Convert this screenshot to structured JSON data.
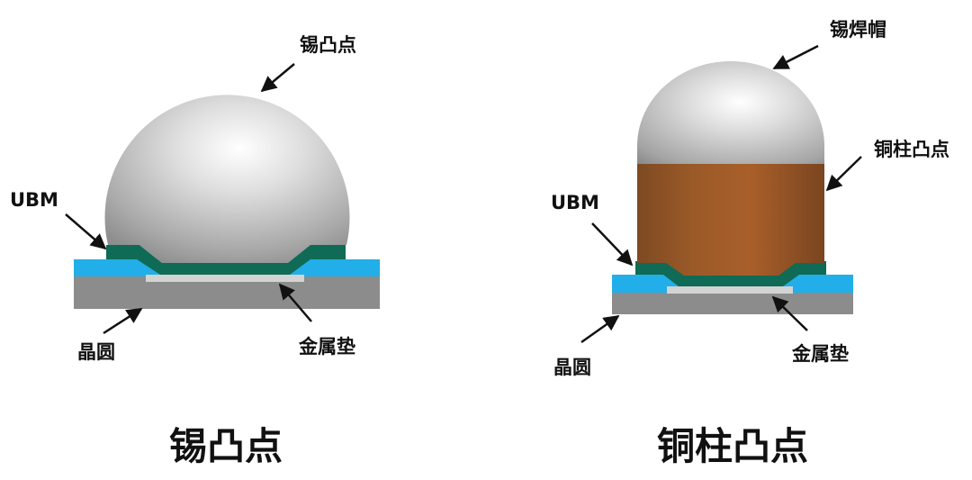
{
  "colors": {
    "tin": "#b8b8b8",
    "copper": "#9a5a28",
    "ubm": "#0f6b55",
    "passivation": "#22aee8",
    "pad": "#d3d3d3",
    "wafer": "#8c8c8c",
    "arrow": "#111111"
  },
  "left": {
    "caption": "锡凸点",
    "labels": {
      "bump": "锡凸点",
      "ubm": "UBM",
      "wafer": "晶圆",
      "pad": "金属垫"
    }
  },
  "right": {
    "caption": "铜柱凸点",
    "labels": {
      "cap": "锡焊帽",
      "pillar": "铜柱凸点",
      "ubm": "UBM",
      "wafer": "晶圆",
      "pad": "金属垫"
    }
  }
}
